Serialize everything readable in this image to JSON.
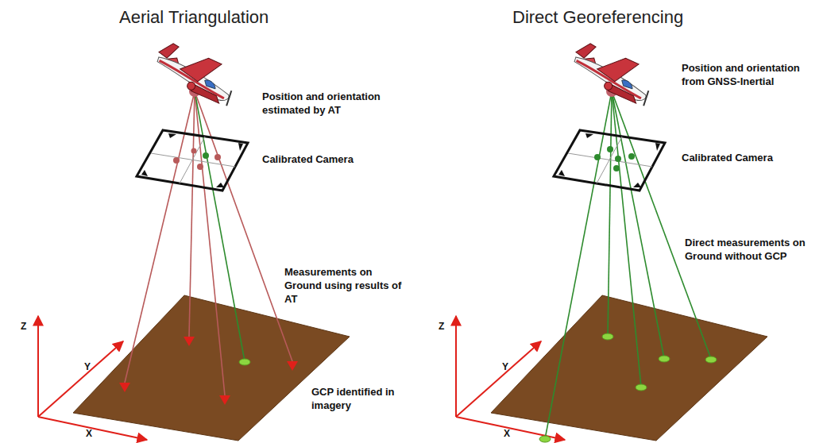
{
  "diagram": {
    "labels": [
      "Aerial Triangulation",
      "Position and orientation estimated by AT",
      "Calibrated Camera",
      "Measurements on Ground using results of AT",
      "GCP identified in imagery",
      "Z",
      "Y",
      "X",
      "Direct Georeferencing",
      "Position and orientation from GNSS-Inertial",
      "Calibrated Camera",
      "Direct measurements on Ground without GCP",
      "Z",
      "Y",
      "X"
    ]
  }
}
